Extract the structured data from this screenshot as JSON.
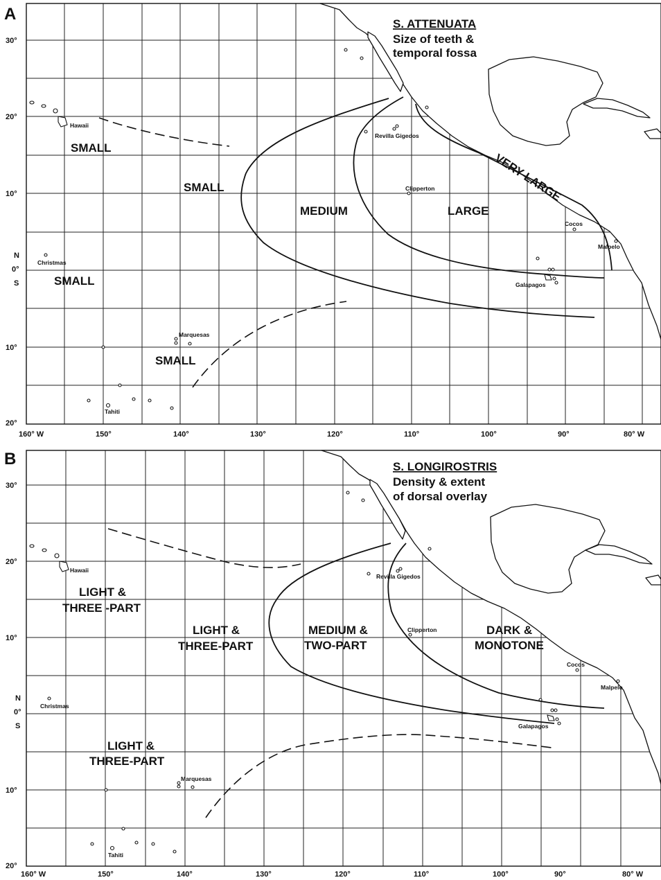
{
  "panels": [
    {
      "letter": "A",
      "species": "S. ATTENUATA",
      "subtitle_line1": "Size of teeth &",
      "subtitle_line2": "temporal fossa",
      "regions": {
        "small_hawaii": "SMALL",
        "small_center": "SMALL",
        "small_equator": "SMALL",
        "small_south": "SMALL",
        "medium": "MEDIUM",
        "large": "LARGE",
        "very_large": "VERY LARGE"
      },
      "places": {
        "hawaii": "Hawaii",
        "christmas": "Christmas",
        "marquesas": "Marquesas",
        "tahiti": "Tahiti",
        "revilla_gigedos": "Revilla Gigedos",
        "clipperton": "Clipperton",
        "cocos": "Cocos",
        "malpelo": "Malpelo",
        "galapagos": "Galapagos"
      },
      "y_ticks": [
        "30°",
        "20°",
        "10°",
        "0°",
        "10°",
        "20°"
      ],
      "hemisphere_n": "N",
      "hemisphere_s": "S",
      "x_ticks": [
        "160° W",
        "150°",
        "140°",
        "130°",
        "120°",
        "110°",
        "100°",
        "90°",
        "80° W"
      ]
    },
    {
      "letter": "B",
      "species": "S. LONGIROSTRIS",
      "subtitle_line1": "Density & extent",
      "subtitle_line2": "of dorsal overlay",
      "regions": {
        "hawaii_line1": "LIGHT &",
        "hawaii_line2": "THREE -PART",
        "center_line1": "LIGHT &",
        "center_line2": "THREE-PART",
        "south_line1": "LIGHT &",
        "south_line2": "THREE-PART",
        "medium_line1": "MEDIUM &",
        "medium_line2": "TWO-PART",
        "dark_line1": "DARK &",
        "dark_line2": "MONOTONE"
      },
      "places": {
        "hawaii": "Hawaii",
        "christmas": "Christmas",
        "marquesas": "Marquesas",
        "tahiti": "Tahiti",
        "revilla_gigedos": "Revilla Gigedos",
        "clipperton": "Clipperton",
        "cocos": "Cocos",
        "malpelo": "Malpelo",
        "galapagos": "Galapagos"
      },
      "y_ticks": [
        "30°",
        "20°",
        "10°",
        "0°",
        "10°",
        "20°"
      ],
      "hemisphere_n": "N",
      "hemisphere_s": "S",
      "x_ticks": [
        "160° W",
        "150°",
        "140°",
        "130°",
        "120°",
        "110°",
        "100°",
        "90°",
        "80° W"
      ]
    }
  ]
}
